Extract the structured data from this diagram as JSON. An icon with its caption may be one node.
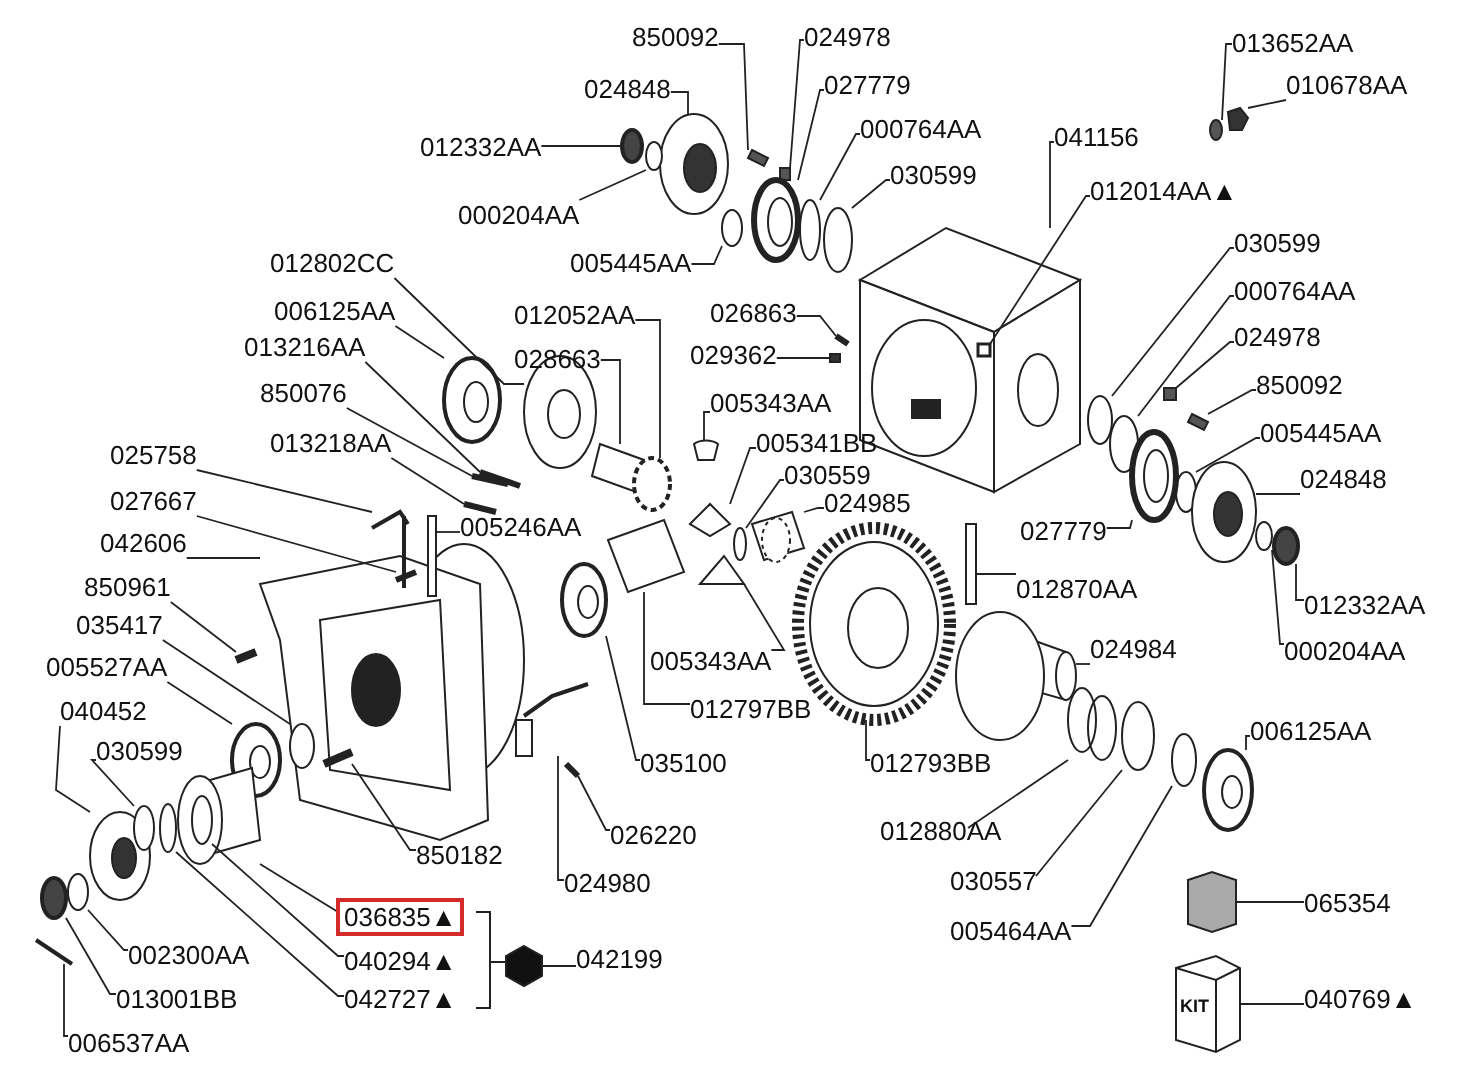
{
  "diagram": {
    "nodes": [
      {
        "text": [
          "850092"
        ]
      },
      {
        "text": [
          "024978"
        ]
      },
      {
        "text": [
          "012332AA"
        ]
      },
      {
        "text": [
          "024848"
        ]
      },
      {
        "text": [
          "027779"
        ]
      },
      {
        "text": [
          "000764AA"
        ]
      },
      {
        "text": [
          "030599"
        ]
      },
      {
        "text": [
          "041156"
        ]
      },
      {
        "text": [
          "012014AA▲"
        ]
      },
      {
        "text": [
          "013652AA"
        ]
      },
      {
        "text": [
          "010678AA"
        ]
      },
      {
        "text": [
          "000204AA"
        ]
      },
      {
        "text": [
          "005445AA"
        ]
      },
      {
        "text": [
          "012802CC"
        ]
      },
      {
        "text": [
          "006125AA"
        ]
      },
      {
        "text": [
          "013216AA"
        ]
      },
      {
        "text": [
          "012052AA"
        ]
      },
      {
        "text": [
          "028663"
        ]
      },
      {
        "text": [
          "026863"
        ]
      },
      {
        "text": [
          "029362"
        ]
      },
      {
        "text": [
          "005343AA"
        ]
      },
      {
        "text": [
          "850076"
        ]
      },
      {
        "text": [
          "005341BB"
        ]
      },
      {
        "text": [
          "013218AA"
        ]
      },
      {
        "text": [
          "025758"
        ]
      },
      {
        "text": [
          "030559"
        ]
      },
      {
        "text": [
          "005246AA"
        ]
      },
      {
        "text": [
          "024985"
        ]
      },
      {
        "text": [
          "027667"
        ]
      },
      {
        "text": [
          "030599"
        ]
      },
      {
        "text": [
          "000764AA"
        ]
      },
      {
        "text": [
          "024978"
        ]
      },
      {
        "text": [
          "850092"
        ]
      },
      {
        "text": [
          "005445AA"
        ]
      },
      {
        "text": [
          "024848"
        ]
      },
      {
        "text": [
          "027779"
        ]
      },
      {
        "text": [
          "042606"
        ]
      },
      {
        "text": [
          "850961"
        ]
      },
      {
        "text": [
          "012870AA"
        ]
      },
      {
        "text": [
          "012332AA"
        ]
      },
      {
        "text": [
          "035417"
        ]
      },
      {
        "text": [
          "005343AA"
        ]
      },
      {
        "text": [
          "024984"
        ]
      },
      {
        "text": [
          "000204AA"
        ]
      },
      {
        "text": [
          "005527AA"
        ]
      },
      {
        "text": [
          "040452"
        ]
      },
      {
        "text": [
          "012797BB"
        ]
      },
      {
        "text": [
          "035100"
        ]
      },
      {
        "text": [
          "012793BB"
        ]
      },
      {
        "text": [
          "030599"
        ]
      },
      {
        "text": [
          "006125AA"
        ]
      },
      {
        "text": [
          "850182"
        ]
      },
      {
        "text": [
          "026220"
        ]
      },
      {
        "text": [
          "012880AA"
        ]
      },
      {
        "text": [
          "024980"
        ]
      },
      {
        "text": [
          "030557"
        ]
      },
      {
        "text": [
          "036835▲"
        ]
      },
      {
        "text": [
          "042199"
        ]
      },
      {
        "text": [
          "005464AA"
        ]
      },
      {
        "text": [
          "065354"
        ]
      },
      {
        "text": [
          "002300AA"
        ]
      },
      {
        "text": [
          "040294▲"
        ]
      },
      {
        "text": [
          "042727▲"
        ]
      },
      {
        "text": [
          "040769▲"
        ]
      },
      {
        "text": [
          "013001BB"
        ]
      },
      {
        "text": [
          "006537AA"
        ]
      },
      {
        "text": [],
        "shape": "box"
      },
      {
        "text": [],
        "shape": "box"
      },
      {
        "text": [],
        "shape": "circle"
      },
      {
        "text": [],
        "shape": "circle"
      },
      {
        "text": [],
        "shape": "circle"
      },
      {
        "text": [],
        "shape": "circle"
      },
      {
        "text": [],
        "shape": "circle"
      },
      {
        "text": [],
        "shape": "picture"
      },
      {
        "text": [],
        "shape": "box",
        "in": 73
      },
      {
        "text": [],
        "shape": "circle"
      },
      {
        "text": [],
        "shape": "pentagon"
      },
      {
        "text": [],
        "shape": "circle"
      },
      {
        "text": [],
        "shape": "circle"
      },
      {
        "text": [],
        "shape": "circle"
      },
      {
        "text": [],
        "shape": "circle"
      },
      {
        "text": [],
        "shape": "bar"
      },
      {
        "text": [],
        "shape": "circle"
      },
      {
        "text": [],
        "shape": "box"
      },
      {
        "text": [],
        "shape": "bar"
      },
      {
        "text": [],
        "shape": "box"
      },
      {
        "text": [],
        "shape": "box"
      },
      {
        "text": [],
        "shape": "bar"
      },
      {
        "text": [],
        "shape": "diamond"
      },
      {
        "text": [],
        "shape": "bar"
      },
      {
        "text": [],
        "shape": "picture"
      },
      {
        "text": [],
        "shape": "circle"
      },
      {
        "text": [],
        "shape": "box"
      },
      {
        "text": [],
        "shape": "picture"
      },
      {
        "text": [],
        "shape": "bar",
        "in": 102
      },
      {
        "text": [],
        "shape": "circle"
      },
      {
        "text": [],
        "shape": "circle"
      },
      {
        "text": [],
        "shape": "box"
      },
      {
        "text": [],
        "shape": "box"
      },
      {
        "text": [],
        "shape": "circle"
      },
      {
        "text": [],
        "shape": "circle"
      },
      {
        "text": [],
        "shape": "circle"
      },
      {
        "text": [],
        "shape": "picture"
      },
      {
        "text": [],
        "shape": "bar"
      },
      {
        "text": [],
        "shape": "box"
      },
      {
        "text": [],
        "shape": "circle"
      },
      {
        "text": [],
        "shape": "circle",
        "in": 102
      },
      {
        "text": [],
        "shape": "triangle"
      },
      {
        "text": [],
        "shape": "cylinder"
      },
      {
        "text": [],
        "shape": "circle"
      },
      {
        "text": [],
        "shape": "circle"
      },
      {
        "text": [],
        "shape": "circle"
      },
      {
        "text": [],
        "shape": "box"
      },
      {
        "text": [],
        "shape": "circle"
      },
      {
        "text": [],
        "shape": "circle"
      },
      {
        "text": [],
        "shape": "circle"
      },
      {
        "text": [],
        "shape": "circle"
      },
      {
        "text": [],
        "shape": "bar",
        "in": 102
      },
      {
        "text": [],
        "shape": "bar"
      },
      {
        "text": [],
        "shape": "circle"
      },
      {
        "text": [],
        "shape": "picture"
      },
      {
        "text": [],
        "shape": "circle"
      },
      {
        "text": [],
        "shape": "cylinder"
      },
      {
        "text": [],
        "shape": "hexagon"
      },
      {
        "text": [],
        "shape": "circle"
      },
      {
        "text": [],
        "shape": "hexagon"
      },
      {
        "text": [],
        "shape": "circle"
      },
      {
        "text": [],
        "shape": "circle"
      },
      {
        "text": [],
        "shape": "circle"
      },
      {
        "text": [],
        "shape": "box"
      },
      {
        "text": [],
        "shape": "circle"
      },
      {
        "text": [],
        "shape": "bar"
      }
    ],
    "edges": [
      {
        "from": 0,
        "to": 66,
        "arrow": "none"
      },
      {
        "from": 1,
        "to": 67,
        "arrow": "none"
      },
      {
        "from": 2,
        "to": 68,
        "arrow": "none"
      },
      {
        "from": 3,
        "to": 69,
        "arrow": "none"
      },
      {
        "from": 4,
        "to": 70,
        "arrow": "none"
      },
      {
        "from": 5,
        "to": 71,
        "arrow": "none"
      },
      {
        "from": 6,
        "to": 72,
        "arrow": "none"
      },
      {
        "from": 7,
        "to": 73,
        "arrow": "none"
      },
      {
        "from": 8,
        "to": 74,
        "arrow": "none"
      },
      {
        "from": 9,
        "to": 75,
        "arrow": "none"
      },
      {
        "from": 10,
        "to": 76,
        "arrow": "none"
      },
      {
        "from": 11,
        "to": 77,
        "arrow": "none"
      },
      {
        "from": 12,
        "to": 78,
        "arrow": "none"
      },
      {
        "from": 13,
        "to": 79,
        "arrow": "none"
      },
      {
        "from": 14,
        "to": 80,
        "arrow": "none"
      },
      {
        "from": 15,
        "to": 81,
        "arrow": "none"
      },
      {
        "from": 16,
        "to": 82,
        "arrow": "none"
      },
      {
        "from": 17,
        "to": 83,
        "arrow": "none"
      },
      {
        "from": 18,
        "to": 84,
        "arrow": "none"
      },
      {
        "from": 19,
        "to": 85,
        "arrow": "none"
      },
      {
        "from": 20,
        "to": 86,
        "arrow": "none"
      },
      {
        "from": 21,
        "to": 87,
        "arrow": "none"
      },
      {
        "from": 22,
        "to": 88,
        "arrow": "none"
      },
      {
        "from": 23,
        "to": 89,
        "arrow": "none"
      },
      {
        "from": 24,
        "to": 90,
        "arrow": "none"
      },
      {
        "from": 25,
        "to": 91,
        "arrow": "none"
      },
      {
        "from": 26,
        "to": 92,
        "arrow": "none"
      },
      {
        "from": 27,
        "to": 93,
        "arrow": "none"
      },
      {
        "from": 28,
        "to": 94,
        "arrow": "none"
      },
      {
        "from": 29,
        "to": 95,
        "arrow": "none"
      },
      {
        "from": 30,
        "to": 96,
        "arrow": "none"
      },
      {
        "from": 31,
        "to": 97,
        "arrow": "none"
      },
      {
        "from": 32,
        "to": 98,
        "arrow": "none"
      },
      {
        "from": 33,
        "to": 99,
        "arrow": "none"
      },
      {
        "from": 34,
        "to": 100,
        "arrow": "none"
      },
      {
        "from": 35,
        "to": 101,
        "arrow": "none"
      },
      {
        "from": 36,
        "to": 102,
        "arrow": "none"
      },
      {
        "from": 37,
        "to": 103,
        "arrow": "none"
      },
      {
        "from": 38,
        "to": 104,
        "arrow": "none"
      },
      {
        "from": 39,
        "to": 105,
        "arrow": "none"
      },
      {
        "from": 40,
        "to": 106,
        "arrow": "none"
      },
      {
        "from": 41,
        "to": 107,
        "arrow": "none"
      },
      {
        "from": 42,
        "to": 108,
        "arrow": "none"
      },
      {
        "from": 43,
        "to": 109,
        "arrow": "none"
      },
      {
        "from": 44,
        "to": 110,
        "arrow": "none"
      },
      {
        "from": 45,
        "to": 111,
        "arrow": "none"
      },
      {
        "from": 46,
        "to": 112,
        "arrow": "none"
      },
      {
        "from": 47,
        "to": 113,
        "arrow": "none"
      },
      {
        "from": 48,
        "to": 114,
        "arrow": "none"
      },
      {
        "from": 49,
        "to": 115,
        "arrow": "none"
      },
      {
        "from": 50,
        "to": 116,
        "arrow": "none"
      },
      {
        "from": 51,
        "to": 117,
        "arrow": "none"
      },
      {
        "from": 52,
        "to": 118,
        "arrow": "none"
      },
      {
        "from": 53,
        "to": 119,
        "arrow": "none"
      },
      {
        "from": 54,
        "to": 120,
        "arrow": "none"
      },
      {
        "from": 55,
        "to": 121,
        "arrow": "none"
      },
      {
        "from": 56,
        "to": 122,
        "arrow": "none"
      },
      {
        "from": 57,
        "to": 123,
        "arrow": "none"
      },
      {
        "from": 58,
        "to": 124,
        "arrow": "none"
      },
      {
        "from": 59,
        "to": 125,
        "arrow": "none"
      },
      {
        "from": 60,
        "to": 126,
        "arrow": "none"
      },
      {
        "from": 61,
        "to": 127,
        "arrow": "none"
      },
      {
        "from": 62,
        "to": 128,
        "arrow": "none"
      },
      {
        "from": 63,
        "to": 129,
        "arrow": "none"
      },
      {
        "from": 64,
        "to": 130,
        "arrow": "none"
      },
      {
        "from": 65,
        "to": 131,
        "arrow": "none"
      }
    ],
    "labels": [
      "KIT"
    ]
  }
}
